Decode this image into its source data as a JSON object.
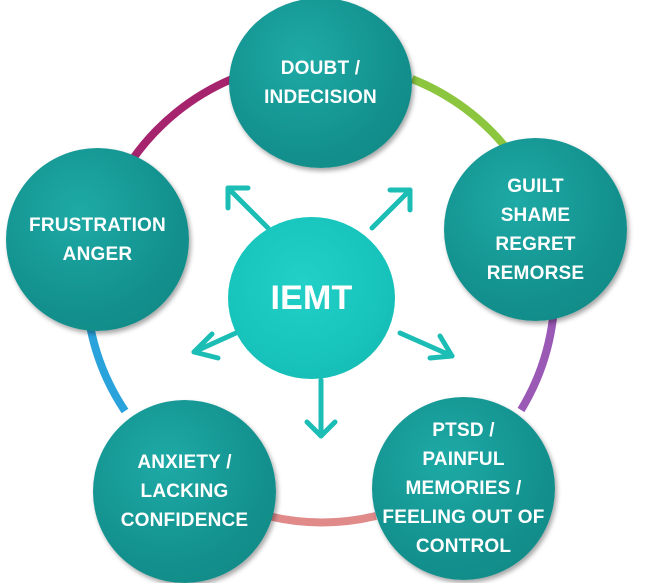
{
  "diagram": {
    "center": {
      "label": "IEMT"
    },
    "nodes": [
      {
        "id": "doubt",
        "label": "DOUBT /\nINDECISION"
      },
      {
        "id": "guilt",
        "label": "GUILT\nSHAME\nREGRET\nREMORSE"
      },
      {
        "id": "ptsd",
        "label": "PTSD /\nPAINFUL\nMEMORIES /\nFEELING OUT OF\nCONTROL"
      },
      {
        "id": "anxiety",
        "label": "ANXIETY /\nLACKING\nCONFIDENCE"
      },
      {
        "id": "frustration",
        "label": "FRUSTRATION\nANGER"
      }
    ],
    "ring_colors": [
      "#8cc63f",
      "#9b59b6",
      "#e08a8a",
      "#2aa3dc",
      "#a6236e"
    ],
    "node_color": "#13918e",
    "center_color": "#17c4bc",
    "arrow_color": "#1bbdb5"
  }
}
